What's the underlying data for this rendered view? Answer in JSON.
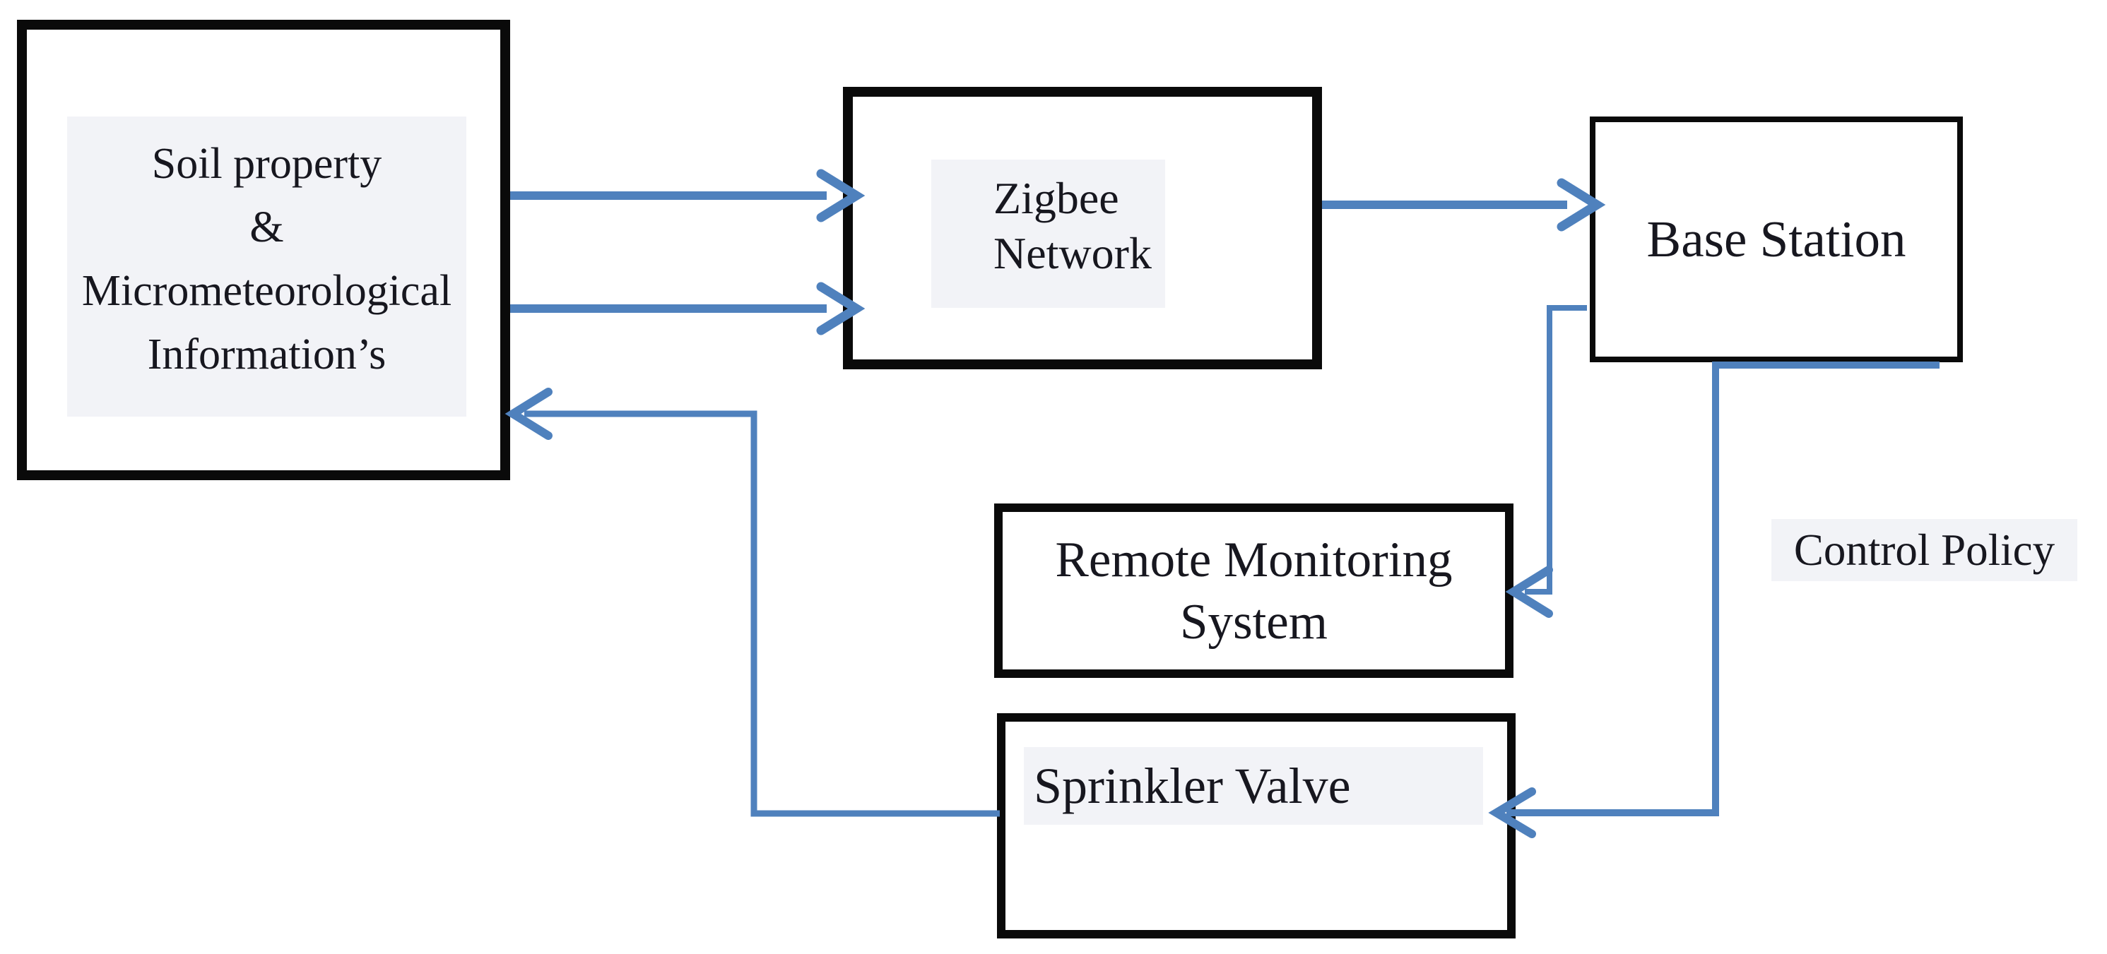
{
  "diagram": {
    "background": "#ffffff",
    "colors": {
      "arrow_blue": "#4f81bd",
      "box_border": "#0a0a0a",
      "text": "#17171f",
      "text_highlight_bg": "#f2f3f7"
    },
    "nodes": {
      "soil": {
        "lines": [
          "Soil property",
          "&",
          "Micrometeorological",
          "Information’s"
        ]
      },
      "zigbee": {
        "lines": [
          "Zigbee",
          "Network"
        ]
      },
      "base": {
        "lines": [
          "Base Station"
        ]
      },
      "rms": {
        "lines": [
          "Remote Monitoring",
          "System"
        ]
      },
      "sprinkler": {
        "lines": [
          "Sprinkler Valve"
        ]
      }
    },
    "labels": {
      "control_policy": "Control Policy"
    },
    "edges": [
      {
        "from": "Soil property & Micrometeorological Information’s",
        "to": "Zigbee Network",
        "style": "two parallel horizontal arrows"
      },
      {
        "from": "Zigbee Network",
        "to": "Base Station",
        "style": "horizontal arrow"
      },
      {
        "from": "Base Station",
        "to": "Remote Monitoring System",
        "style": "elbow arrow down-left"
      },
      {
        "from": "Base Station",
        "to": "Sprinkler Valve",
        "style": "elbow arrow down-left",
        "label": "Control Policy"
      },
      {
        "from": "Sprinkler Valve",
        "to": "Soil property & Micrometeorological Information’s",
        "style": "elbow feedback arrow left-up-left"
      }
    ]
  }
}
